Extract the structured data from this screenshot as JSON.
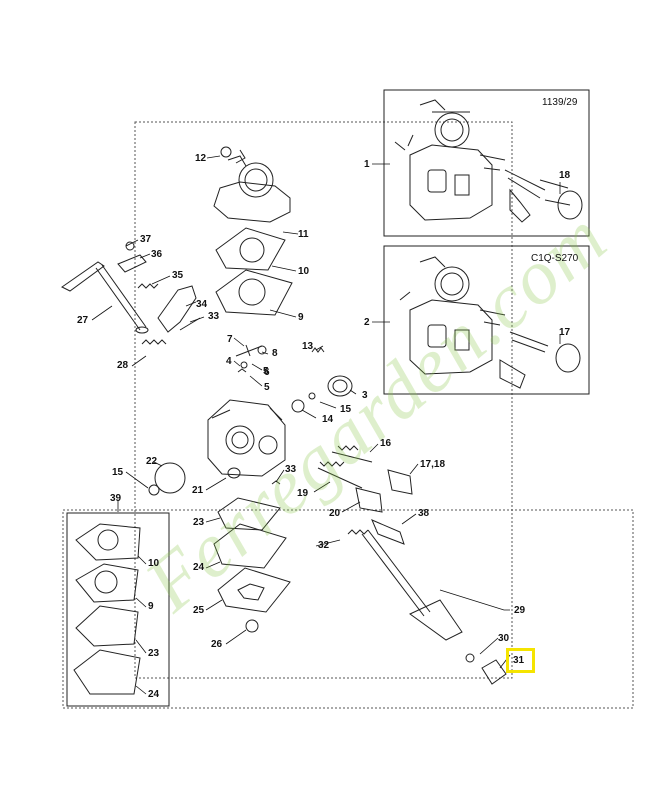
{
  "codes": {
    "top_box": "1139/29",
    "mid_box": "C1Q-S270"
  },
  "callouts": {
    "c1": "1",
    "c2": "2",
    "c3": "3",
    "c4": "4",
    "c5a": "5",
    "c5b": "5",
    "c6": "6",
    "c7": "7",
    "c8": "8",
    "c9a": "9",
    "c9b": "9",
    "c10a": "10",
    "c10b": "10",
    "c11": "11",
    "c12": "12",
    "c13": "13",
    "c14": "14",
    "c15a": "15",
    "c15b": "15",
    "c16": "16",
    "c17a": "17",
    "c17_18": "17,18",
    "c18": "18",
    "c19": "19",
    "c20": "20",
    "c21": "21",
    "c22": "22",
    "c23a": "23",
    "c23b": "23",
    "c24a": "24",
    "c24b": "24",
    "c25": "25",
    "c26": "26",
    "c27": "27",
    "c28": "28",
    "c29": "29",
    "c30": "30",
    "c31": "31",
    "c32": "32",
    "c33a": "33",
    "c33b": "33",
    "c34": "34",
    "c35": "35",
    "c36": "36",
    "c37": "37",
    "c38": "38",
    "c39": "39"
  },
  "watermark": "Ferregarden.com",
  "highlight_color": "#f5e400"
}
